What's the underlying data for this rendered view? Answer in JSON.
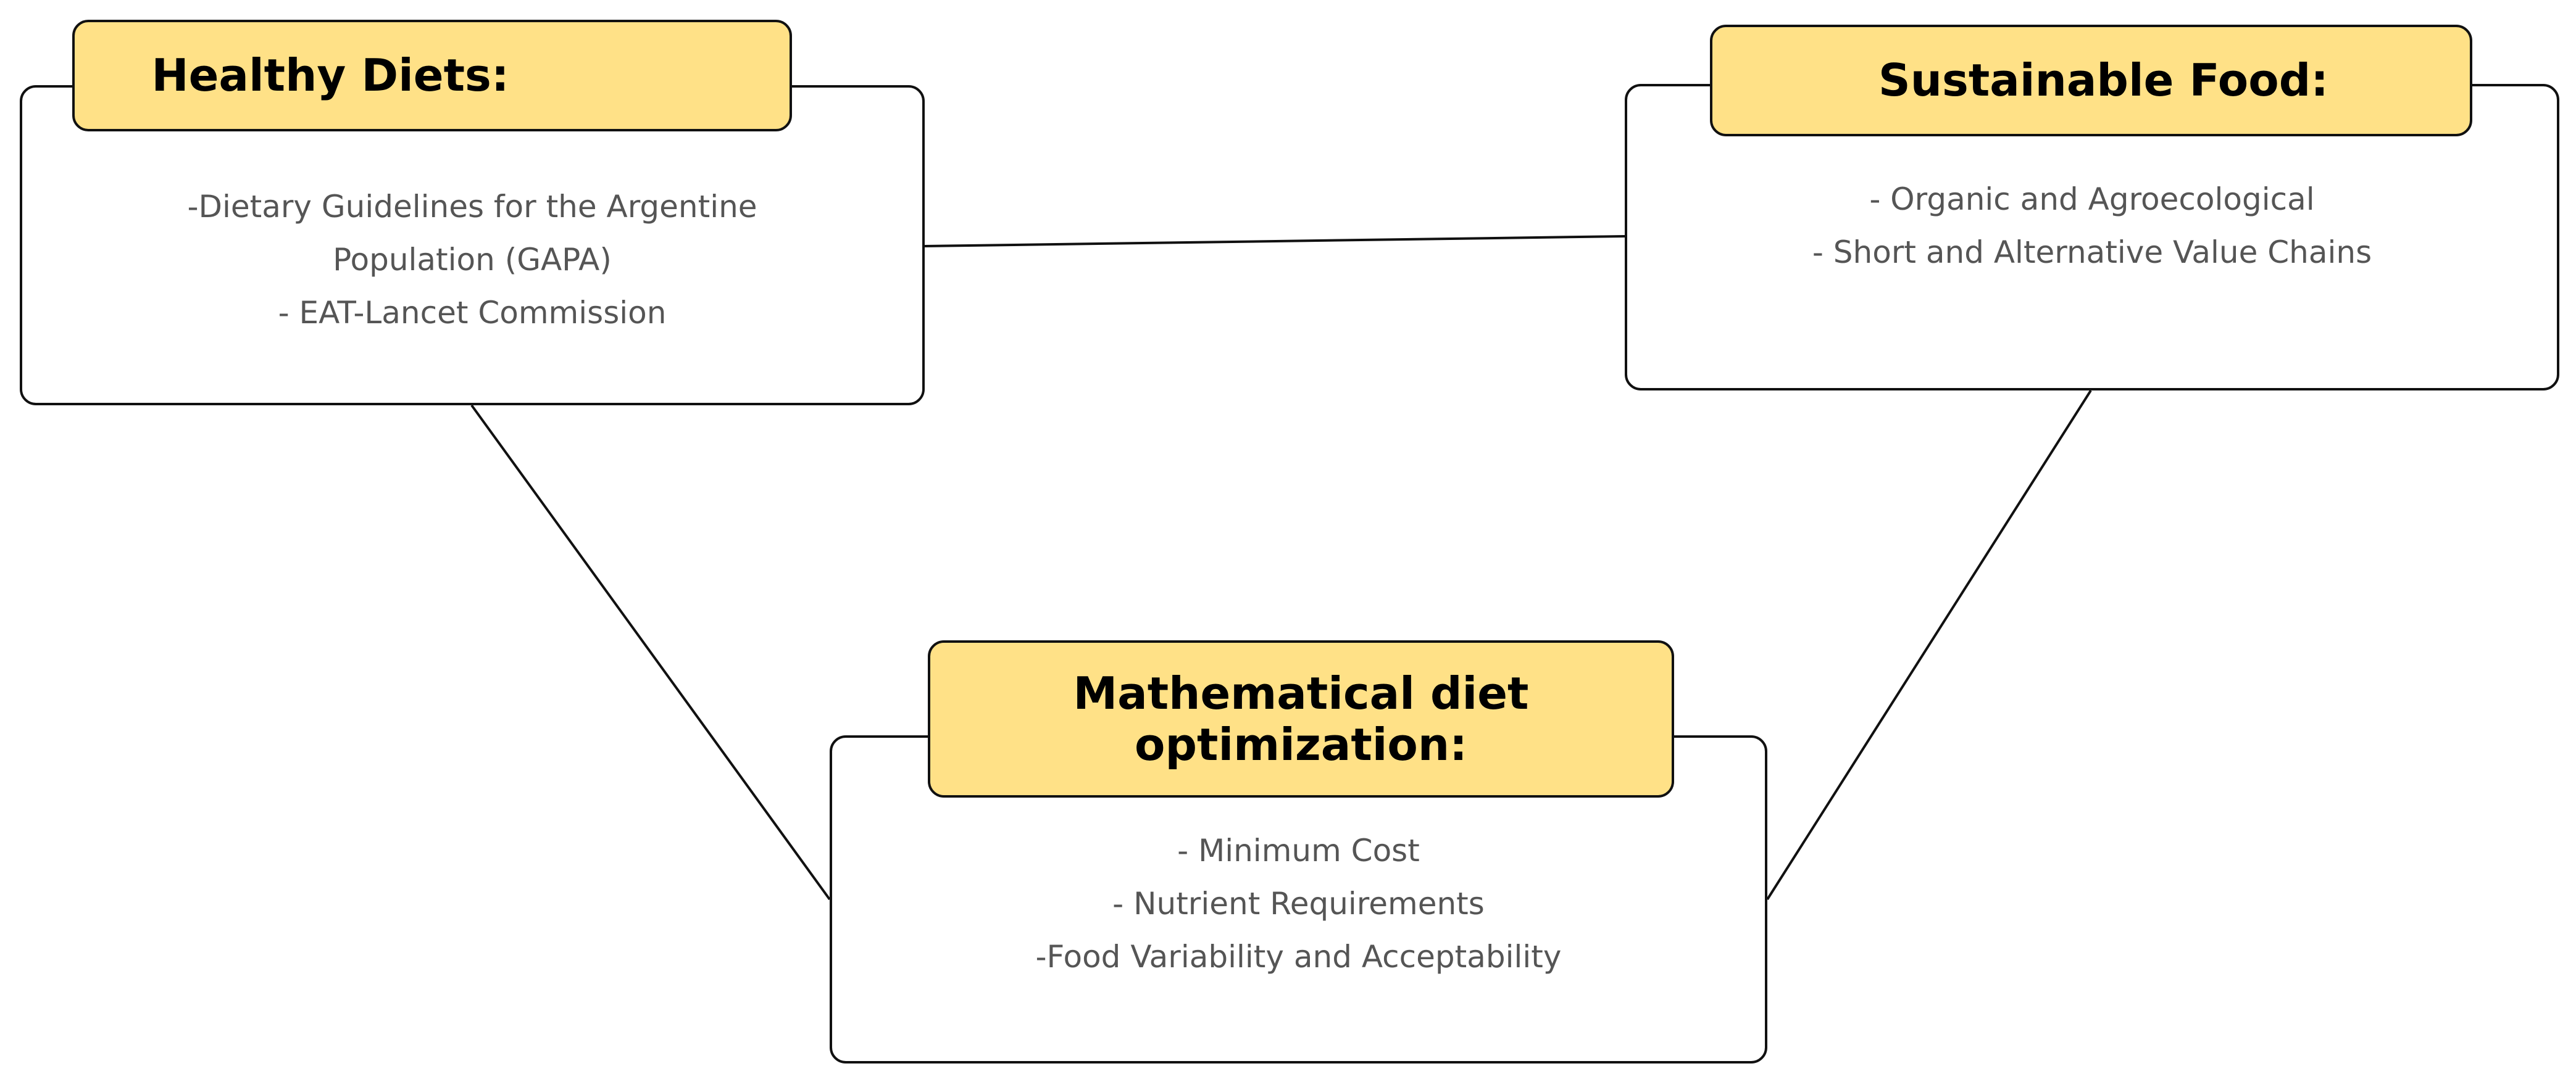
{
  "nodes": [
    {
      "title": "Healthy Diets:",
      "items": [
        "-Dietary Guidelines for the Argentine",
        "Population (GAPA)",
        "- EAT-Lancet Commission"
      ]
    },
    {
      "title": "Sustainable Food:",
      "items": [
        "- Organic and Agroecological",
        "- Short and Alternative Value Chains"
      ]
    },
    {
      "title": "Mathematical diet optimization:",
      "items": [
        "- Minimum Cost",
        "- Nutrient Requirements",
        "-Food Variability and Acceptability"
      ]
    }
  ],
  "colors": {
    "header_fill": "#FFE187",
    "border": "#111111",
    "body_text": "#555555"
  }
}
